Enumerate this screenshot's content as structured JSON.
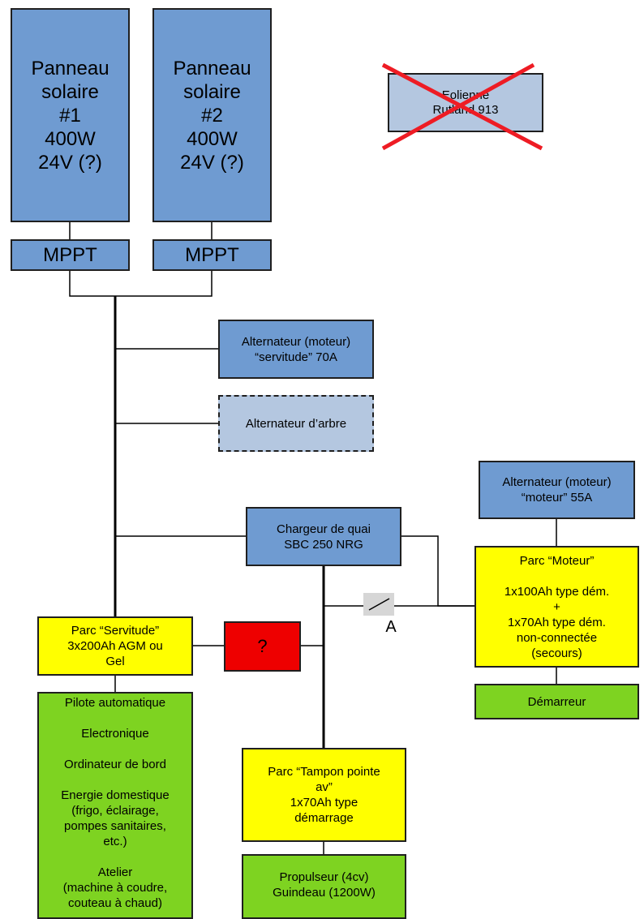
{
  "nodes": {
    "panel1": "Panneau\nsolaire\n#1\n400W\n24V (?)",
    "panel2": "Panneau\nsolaire\n#2\n400W\n24V (?)",
    "mppt1": "MPPT",
    "mppt2": "MPPT",
    "wind": "Eolienne\nRutland 913",
    "alt_servitude": "Alternateur (moteur)\n“servitude” 70A",
    "alt_arbre": "Alternateur d’arbre",
    "alt_moteur": "Alternateur (moteur)\n“moteur” 55A",
    "charger": "Chargeur de quai\nSBC 250 NRG",
    "parc_moteur": "Parc “Moteur”\n\n1x100Ah type dém.\n+\n1x70Ah type dém.\nnon-connectée\n(secours)",
    "demarreur": "Démarreur",
    "parc_servitude": "Parc “Servitude”\n3x200Ah AGM ou\nGel",
    "unknown": "?",
    "consumers": "Pilote automatique\n\nElectronique\n\nOrdinateur de bord\n\nEnergie domestique\n(frigo, éclairage,\npompes sanitaires,\netc.)\n\nAtelier\n(machine à coudre,\ncouteau à chaud)",
    "parc_tampon": "Parc “Tampon pointe\nav”\n1x70Ah type\ndémarrage",
    "propulseur": "Propulseur (4cv)\nGuindeau (1200W)"
  },
  "switch_label": "A",
  "colors": {
    "blue": "#6f9bd1",
    "light_blue": "#b4c7e0",
    "yellow": "#ffff00",
    "green": "#7ed321",
    "red": "#ee0000",
    "cross": "#ee1c24"
  }
}
